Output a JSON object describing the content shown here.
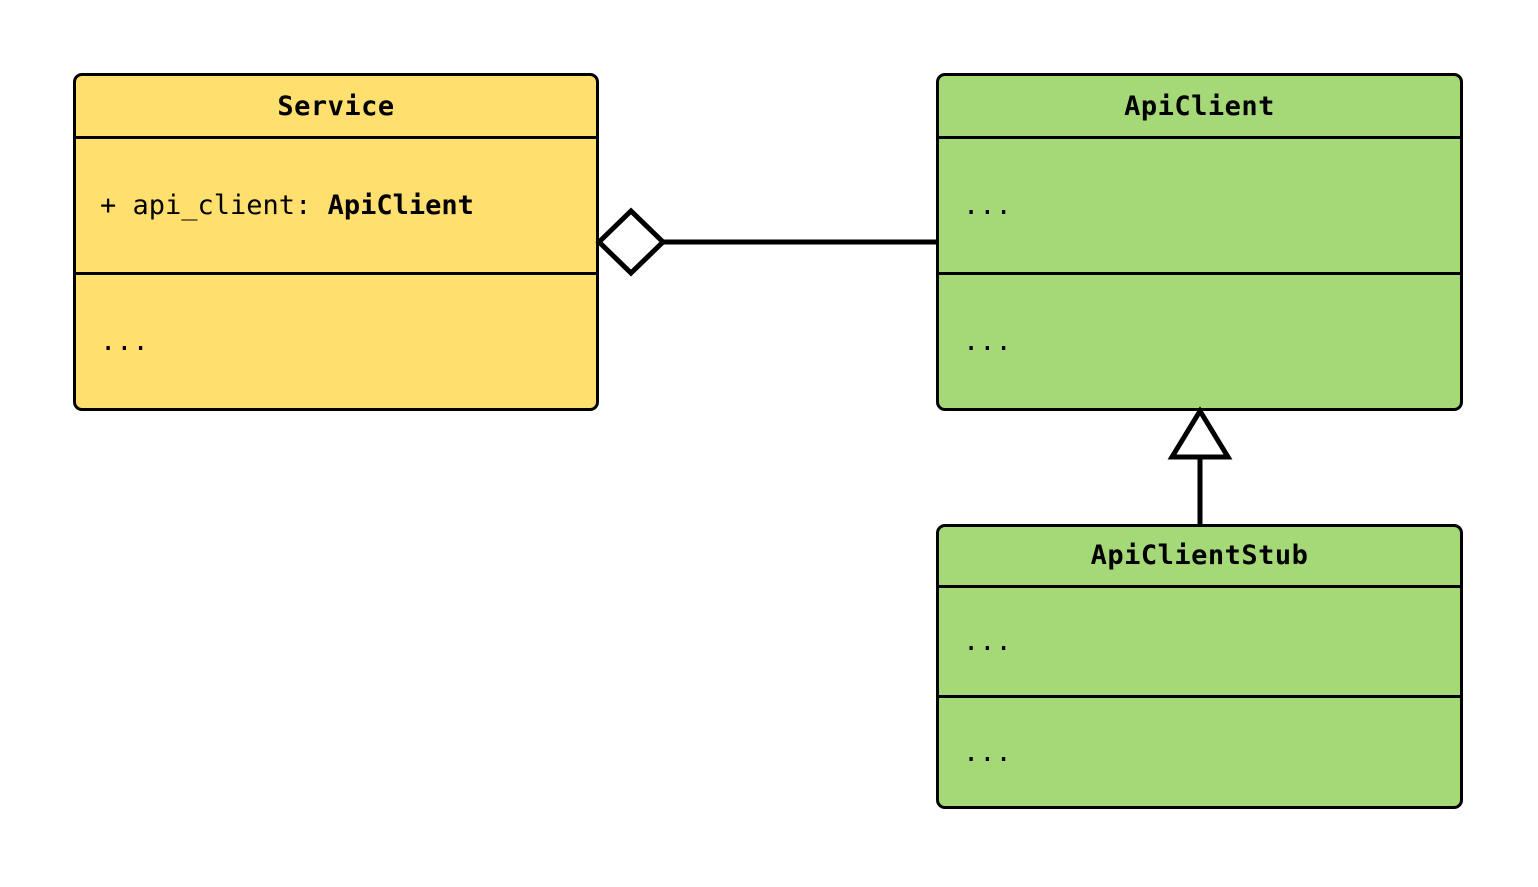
{
  "diagram": {
    "type": "uml-class-diagram",
    "background": "#ffffff",
    "colors": {
      "service_fill": "#ffdf6e",
      "api_fill": "#a5d977",
      "stroke": "#000000"
    },
    "classes": [
      {
        "id": "service",
        "name": "Service",
        "fill": "#ffdf6e",
        "attributes_text": "+ api_client: ",
        "attributes_type": "ApiClient",
        "operations_text": "..."
      },
      {
        "id": "api_client",
        "name": "ApiClient",
        "fill": "#a5d977",
        "attributes_text": "...",
        "operations_text": "..."
      },
      {
        "id": "api_client_stub",
        "name": "ApiClientStub",
        "fill": "#a5d977",
        "attributes_text": "...",
        "operations_text": "..."
      }
    ],
    "relations": [
      {
        "id": "aggregation",
        "kind": "aggregation",
        "marker": "hollow-diamond",
        "from": "service",
        "to": "api_client"
      },
      {
        "id": "inheritance",
        "kind": "generalization",
        "marker": "hollow-triangle",
        "from": "api_client_stub",
        "to": "api_client"
      }
    ]
  }
}
